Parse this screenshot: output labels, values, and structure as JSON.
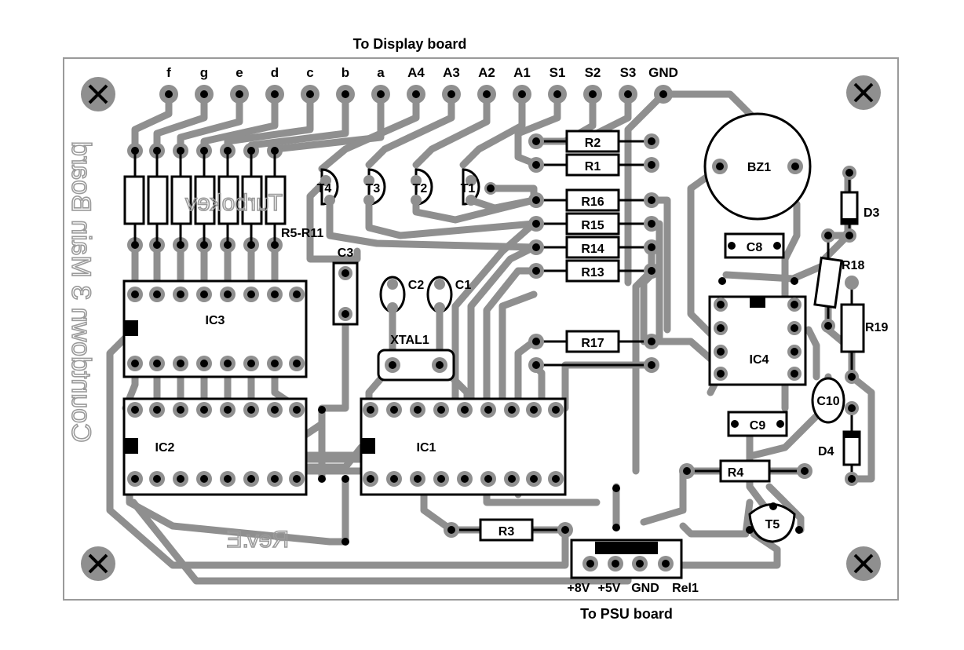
{
  "header": {
    "title": "To Display board"
  },
  "top_connector": {
    "pins": [
      "f",
      "g",
      "e",
      "d",
      "c",
      "b",
      "a",
      "A4",
      "A3",
      "A2",
      "A1",
      "S1",
      "S2",
      "S3",
      "GND"
    ]
  },
  "components": {
    "r2": "R2",
    "r1": "R1",
    "r16": "R16",
    "r15": "R15",
    "r14": "R14",
    "r13": "R13",
    "r17": "R17",
    "r3": "R3",
    "r4": "R4",
    "r18": "R18",
    "r19": "R19",
    "r5_r11": "R5-R11",
    "t1": "T1",
    "t2": "T2",
    "t3": "T3",
    "t4": "T4",
    "t5": "T5",
    "ic1": "IC1",
    "ic2": "IC2",
    "ic3": "IC3",
    "ic4": "IC4",
    "c1": "C1",
    "c2": "C2",
    "c3": "C3",
    "c8": "C8",
    "c9": "C9",
    "c10": "C10",
    "xtal1": "XTAL1",
    "bz1": "BZ1",
    "d3": "D3",
    "d4": "D4"
  },
  "silkscreen": {
    "vertical_text": "Countdown 3 Main Board",
    "resistor_text": "Turbokev",
    "revision": "Rev.E"
  },
  "bottom_connector": {
    "pins": [
      "+8V",
      "+5V",
      "GND",
      "Rel1"
    ]
  },
  "footer": {
    "title": "To PSU board"
  },
  "colors": {
    "trace": "#8f8f8f",
    "pad": "#8f8f8f",
    "drill": "#000000",
    "outline": "#000000"
  }
}
